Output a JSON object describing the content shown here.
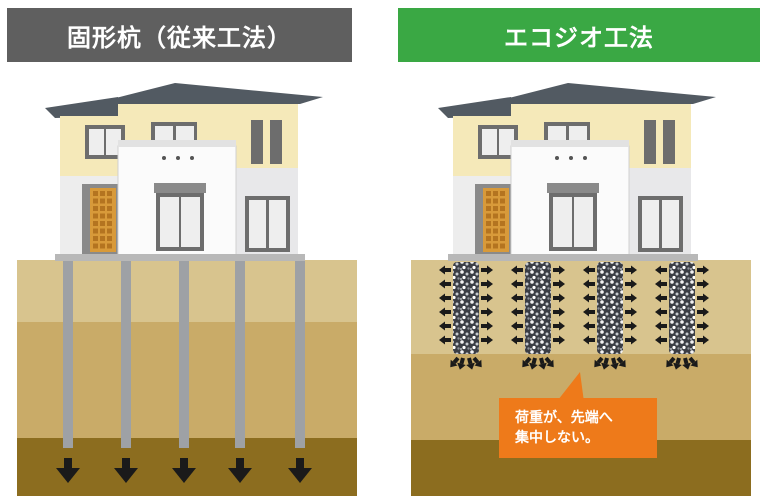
{
  "panels": {
    "left": {
      "title": "固形杭（従来工法）"
    },
    "right": {
      "title": "エコジオ工法",
      "callout_line1": "荷重が、先端へ",
      "callout_line2": "集中しない。"
    }
  },
  "colors": {
    "left_header": "#5f5f5f",
    "right_header": "#3aa844",
    "soil_top": "#d8c48e",
    "soil_mid": "#c9ab68",
    "soil_deep": "#8c6d1f",
    "callout": "#ee7a1a",
    "pile": "#9ea1a5",
    "roof": "#525a62",
    "wall_cream": "#f5e9b9"
  },
  "icons": [
    "down-arrow-icon",
    "pressure-arrow-icon"
  ]
}
